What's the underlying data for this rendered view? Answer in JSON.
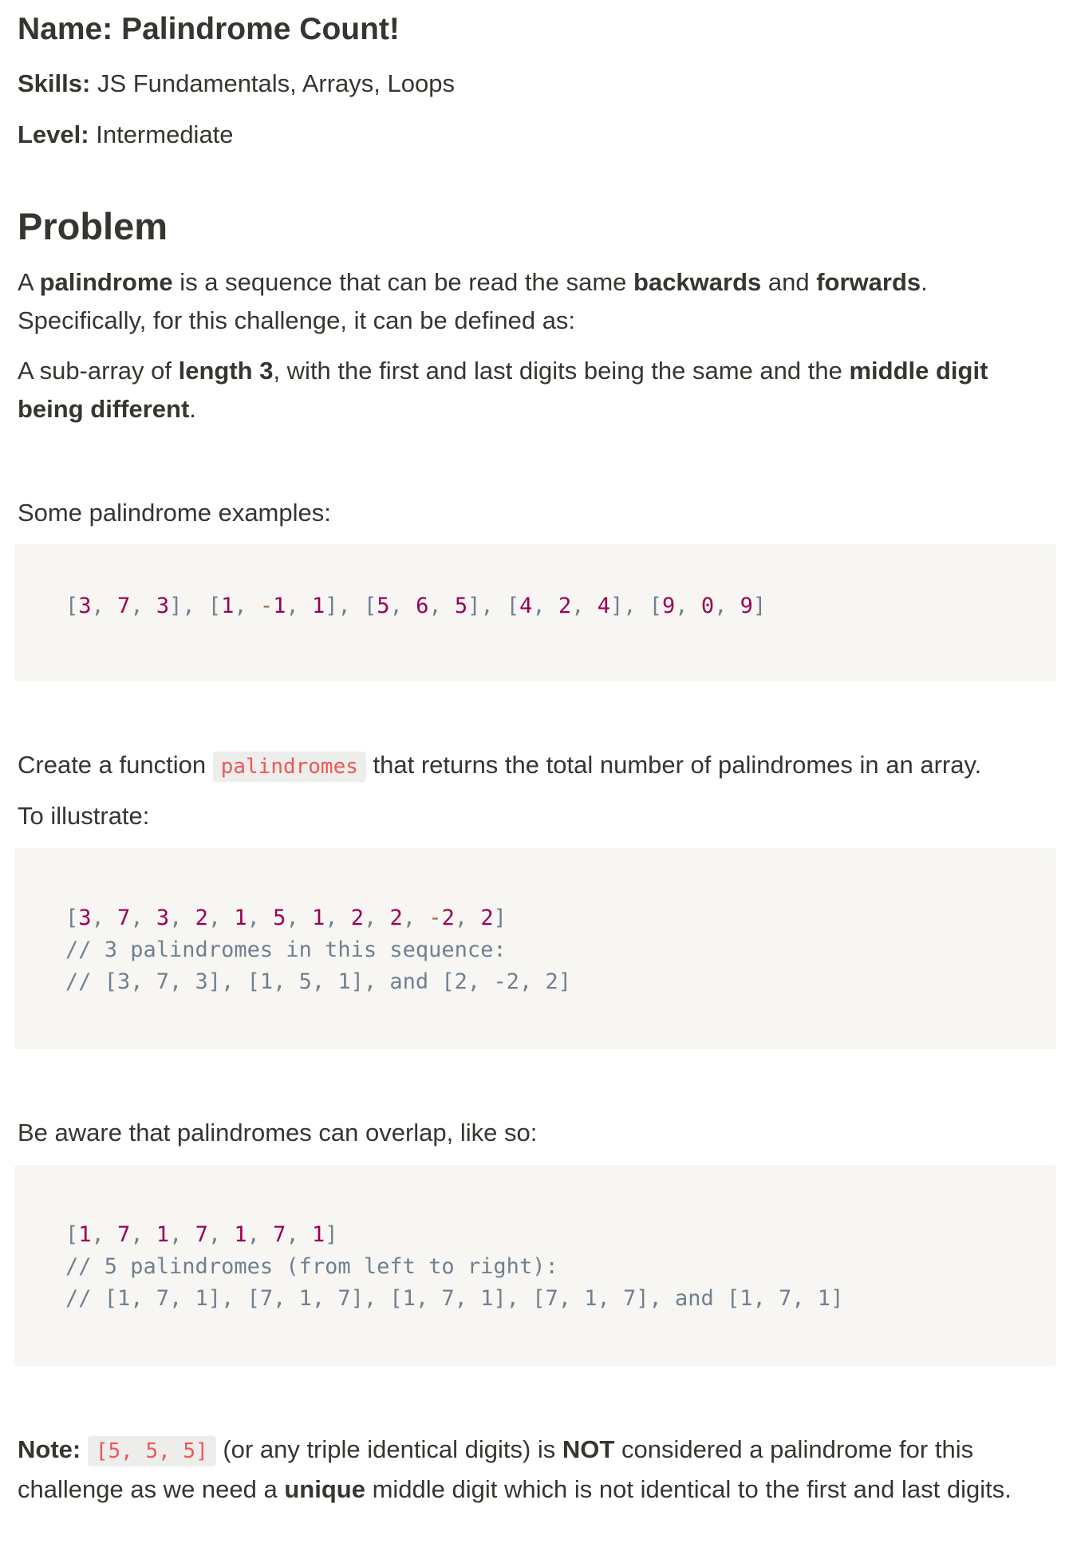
{
  "header": {
    "name_label": "Name:",
    "name_value": "Palindrome Count!",
    "skills_label": "Skills:",
    "skills_value": " JS Fundamentals, Arrays, Loops",
    "level_label": "Level:",
    "level_value": " Intermediate"
  },
  "problem": {
    "heading": "Problem",
    "p1": {
      "s1": "A ",
      "b1": "palindrome",
      "s2": " is a sequence that can be read the same ",
      "b2": "backwards",
      "s3": " and ",
      "b3": "forwards",
      "s4": ". Specifically, for this challenge, it can be defined as:"
    },
    "p2": {
      "s1": "A sub-array of ",
      "b1": "length 3",
      "s2": ", with the first and last digits being the same and the ",
      "b2": "middle digit being different",
      "s3": "."
    },
    "examples_intro": "Some palindrome examples:",
    "examples_tokens": [
      {
        "t": "[",
        "c": "p"
      },
      {
        "t": "3",
        "c": "n"
      },
      {
        "t": ", ",
        "c": "p"
      },
      {
        "t": "7",
        "c": "n"
      },
      {
        "t": ", ",
        "c": "p"
      },
      {
        "t": "3",
        "c": "n"
      },
      {
        "t": "], ",
        "c": "p"
      },
      {
        "t": "[",
        "c": "p"
      },
      {
        "t": "1",
        "c": "n"
      },
      {
        "t": ", ",
        "c": "p"
      },
      {
        "t": "-",
        "c": "o"
      },
      {
        "t": "1",
        "c": "n"
      },
      {
        "t": ", ",
        "c": "p"
      },
      {
        "t": "1",
        "c": "n"
      },
      {
        "t": "], ",
        "c": "p"
      },
      {
        "t": "[",
        "c": "p"
      },
      {
        "t": "5",
        "c": "n"
      },
      {
        "t": ", ",
        "c": "p"
      },
      {
        "t": "6",
        "c": "n"
      },
      {
        "t": ", ",
        "c": "p"
      },
      {
        "t": "5",
        "c": "n"
      },
      {
        "t": "], ",
        "c": "p"
      },
      {
        "t": "[",
        "c": "p"
      },
      {
        "t": "4",
        "c": "n"
      },
      {
        "t": ", ",
        "c": "p"
      },
      {
        "t": "2",
        "c": "n"
      },
      {
        "t": ", ",
        "c": "p"
      },
      {
        "t": "4",
        "c": "n"
      },
      {
        "t": "], ",
        "c": "p"
      },
      {
        "t": "[",
        "c": "p"
      },
      {
        "t": "9",
        "c": "n"
      },
      {
        "t": ", ",
        "c": "p"
      },
      {
        "t": "0",
        "c": "n"
      },
      {
        "t": ", ",
        "c": "p"
      },
      {
        "t": "9",
        "c": "n"
      },
      {
        "t": "]",
        "c": "p"
      }
    ],
    "function_line": {
      "before": "Create a function ",
      "code": "palindromes",
      "after": " that returns the total number of palindromes in an array."
    },
    "illustrate_intro": "To illustrate:",
    "illustrate_tokens": [
      {
        "t": "[",
        "c": "p"
      },
      {
        "t": "3",
        "c": "n"
      },
      {
        "t": ", ",
        "c": "p"
      },
      {
        "t": "7",
        "c": "n"
      },
      {
        "t": ", ",
        "c": "p"
      },
      {
        "t": "3",
        "c": "n"
      },
      {
        "t": ", ",
        "c": "p"
      },
      {
        "t": "2",
        "c": "n"
      },
      {
        "t": ", ",
        "c": "p"
      },
      {
        "t": "1",
        "c": "n"
      },
      {
        "t": ", ",
        "c": "p"
      },
      {
        "t": "5",
        "c": "n"
      },
      {
        "t": ", ",
        "c": "p"
      },
      {
        "t": "1",
        "c": "n"
      },
      {
        "t": ", ",
        "c": "p"
      },
      {
        "t": "2",
        "c": "n"
      },
      {
        "t": ", ",
        "c": "p"
      },
      {
        "t": "2",
        "c": "n"
      },
      {
        "t": ", ",
        "c": "p"
      },
      {
        "t": "-",
        "c": "o"
      },
      {
        "t": "2",
        "c": "n"
      },
      {
        "t": ", ",
        "c": "p"
      },
      {
        "t": "2",
        "c": "n"
      },
      {
        "t": "]",
        "c": "p"
      },
      {
        "t": "\n",
        "c": "p"
      },
      {
        "t": "// 3 palindromes in this sequence:",
        "c": "c"
      },
      {
        "t": "\n",
        "c": "p"
      },
      {
        "t": "// [3, 7, 3], [1, 5, 1], and [2, -2, 2]",
        "c": "c"
      }
    ],
    "overlap_intro": "Be aware that palindromes can overlap, like so:",
    "overlap_tokens": [
      {
        "t": "[",
        "c": "p"
      },
      {
        "t": "1",
        "c": "n"
      },
      {
        "t": ", ",
        "c": "p"
      },
      {
        "t": "7",
        "c": "n"
      },
      {
        "t": ", ",
        "c": "p"
      },
      {
        "t": "1",
        "c": "n"
      },
      {
        "t": ", ",
        "c": "p"
      },
      {
        "t": "7",
        "c": "n"
      },
      {
        "t": ", ",
        "c": "p"
      },
      {
        "t": "1",
        "c": "n"
      },
      {
        "t": ", ",
        "c": "p"
      },
      {
        "t": "7",
        "c": "n"
      },
      {
        "t": ", ",
        "c": "p"
      },
      {
        "t": "1",
        "c": "n"
      },
      {
        "t": "]",
        "c": "p"
      },
      {
        "t": "\n",
        "c": "p"
      },
      {
        "t": "// 5 palindromes (from left to right):",
        "c": "c"
      },
      {
        "t": "\n",
        "c": "p"
      },
      {
        "t": "// [1, 7, 1], [7, 1, 7], [1, 7, 1], [7, 1, 7], and [1, 7, 1]",
        "c": "c"
      }
    ],
    "note": {
      "label": "Note:",
      "code": "[5, 5, 5]",
      "s1": " (or any triple identical digits) is ",
      "b1": "NOT",
      "s2": " considered a palindrome for this challenge as we need a ",
      "b2": "unique",
      "s3": " middle digit which is not identical to the first and last digits."
    }
  }
}
